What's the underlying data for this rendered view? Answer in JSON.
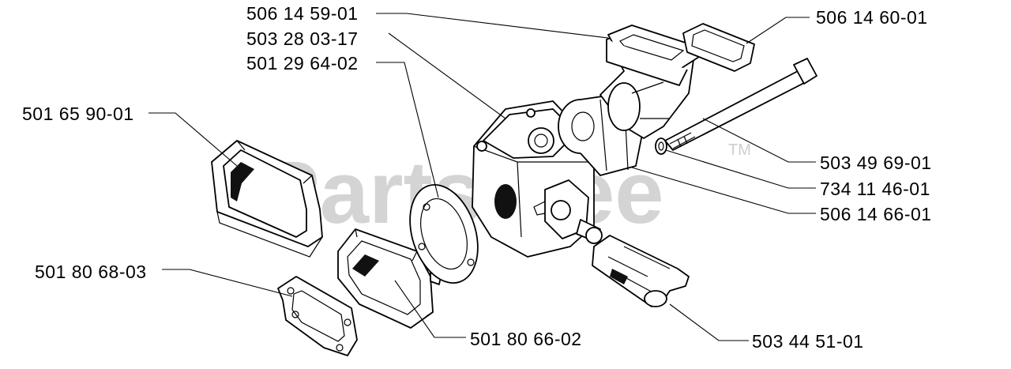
{
  "watermark": {
    "text": "PartsTree",
    "trademark": "TM"
  },
  "part_labels": [
    "506 14 59-01",
    "503 28 03-17",
    "501 29 64-02",
    "501 65 90-01",
    "501 80 68-03",
    "501 80 66-02",
    "506 14 60-01",
    "503 49 69-01",
    "734 11 46-01",
    "506 14 66-01",
    "503 44 51-01"
  ]
}
